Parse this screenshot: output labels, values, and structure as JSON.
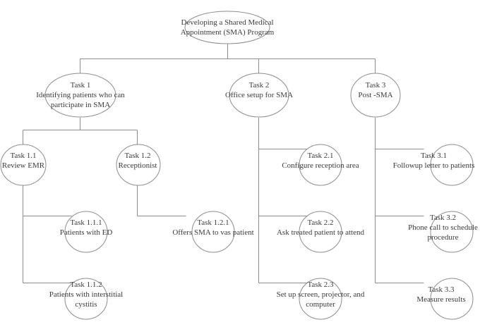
{
  "diagram": {
    "type": "work-breakdown-structure",
    "line_color": "#8d8d8d",
    "text_color": "#3b3b3b",
    "background": "#ffffff",
    "root": {
      "title": "Developing a Shared Medical",
      "desc": "Appointment (SMA) Program",
      "desc2": ""
    },
    "nodes": [
      {
        "id": "task-1",
        "title": "Task 1",
        "desc": "Identifying patients who can",
        "desc2": "participate in SMA"
      },
      {
        "id": "task-2",
        "title": "Task 2",
        "desc": "Office setup for SMA",
        "desc2": ""
      },
      {
        "id": "task-3",
        "title": "Task 3",
        "desc": "Post -SMA",
        "desc2": ""
      },
      {
        "id": "task-1-1",
        "title": "Task 1.1",
        "desc": "Review EMR",
        "desc2": ""
      },
      {
        "id": "task-1-2",
        "title": "Task 1.2",
        "desc": "Receptionist",
        "desc2": ""
      },
      {
        "id": "task-2-1",
        "title": "Task 2.1",
        "desc": "Configure reception area",
        "desc2": ""
      },
      {
        "id": "task-3-1",
        "title": "Task 3.1",
        "desc": "Followup letter to patients",
        "desc2": ""
      },
      {
        "id": "task-1-1-1",
        "title": "Task 1.1.1",
        "desc": "Patients with ED",
        "desc2": ""
      },
      {
        "id": "task-1-2-1",
        "title": "Task 1.2.1",
        "desc": "Offers SMA to vas patient",
        "desc2": ""
      },
      {
        "id": "task-2-2",
        "title": "Task 2.2",
        "desc": "Ask treated patient to attend",
        "desc2": ""
      },
      {
        "id": "task-3-2",
        "title": "Task 3.2",
        "desc": "Phone call to schedule",
        "desc2": "procedure"
      },
      {
        "id": "task-1-1-2",
        "title": "Task 1.1.2",
        "desc": "Patients with interstitial",
        "desc2": "cystitis"
      },
      {
        "id": "task-2-3",
        "title": "Task 2.3",
        "desc": "Set up screen, projector, and",
        "desc2": "computer"
      },
      {
        "id": "task-3-3",
        "title": "Task 3.3",
        "desc": "Measure results",
        "desc2": ""
      }
    ]
  }
}
